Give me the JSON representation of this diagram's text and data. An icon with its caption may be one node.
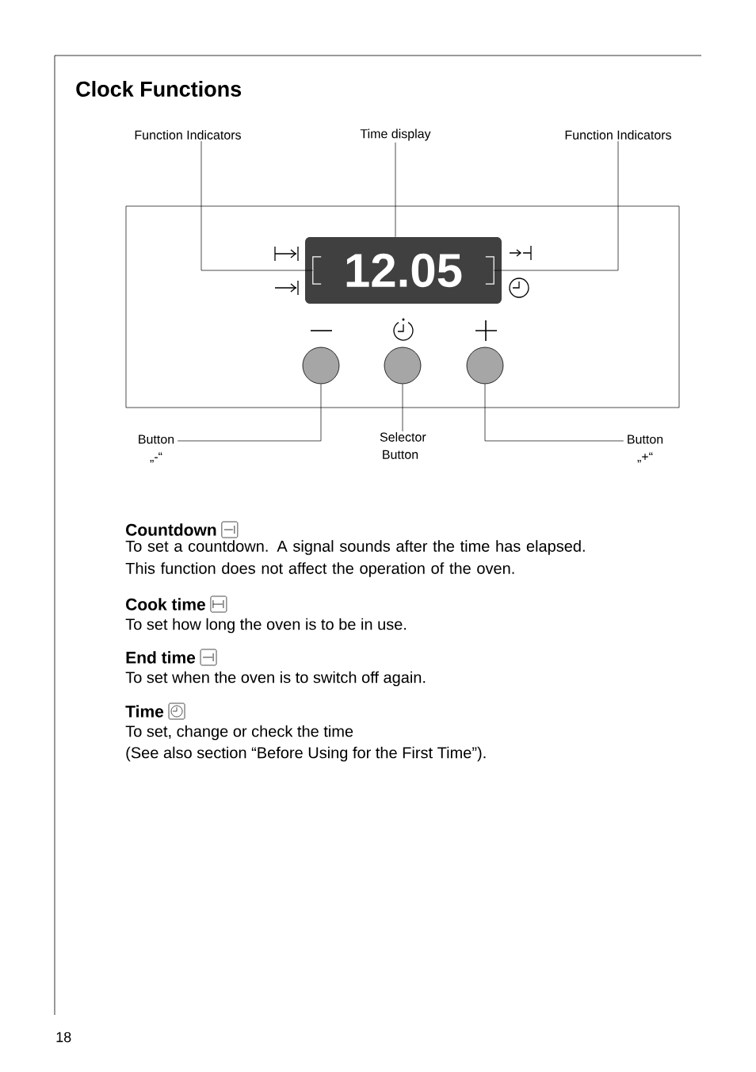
{
  "diagram": {
    "title": "Clock Functions",
    "nodes": [
      {
        "text": [
          "Function Indicators"
        ]
      },
      {
        "text": [
          "Time display"
        ]
      },
      {
        "text": [
          "Function Indicators"
        ]
      },
      {
        "text": [
          "12.05"
        ]
      },
      {
        "text": [],
        "shape": "bracket",
        "in": 3
      },
      {
        "text": [],
        "shape": "bracket",
        "in": 3
      },
      {
        "text": [],
        "shape": "circle"
      },
      {
        "text": [],
        "shape": "circle"
      },
      {
        "text": [],
        "shape": "circle"
      },
      {
        "text": [
          "Button „-“"
        ]
      },
      {
        "text": [
          "Selector Button"
        ]
      },
      {
        "text": [
          "Button „+“"
        ]
      }
    ],
    "edges": [
      {
        "from": 0,
        "to": 4,
        "arrow": "none"
      },
      {
        "from": 1,
        "to": 3,
        "arrow": "none"
      },
      {
        "from": 2,
        "to": 5,
        "arrow": "none"
      },
      {
        "from": 9,
        "to": 6,
        "arrow": "none"
      },
      {
        "from": 10,
        "to": 7,
        "arrow": "none"
      },
      {
        "from": 11,
        "to": 8,
        "arrow": "none"
      }
    ],
    "labels": [
      "Countdown",
      "To set a countdown. A signal sounds after the time has elapsed. This function does not affect the operation of the oven.",
      "Cook time",
      "To set how long the oven is to be in use.",
      "End time",
      "To set when the oven is to switch off again.",
      "Time",
      "To set, change or check the time",
      "(See also section “Before Using for the First Time”).",
      "18"
    ]
  }
}
